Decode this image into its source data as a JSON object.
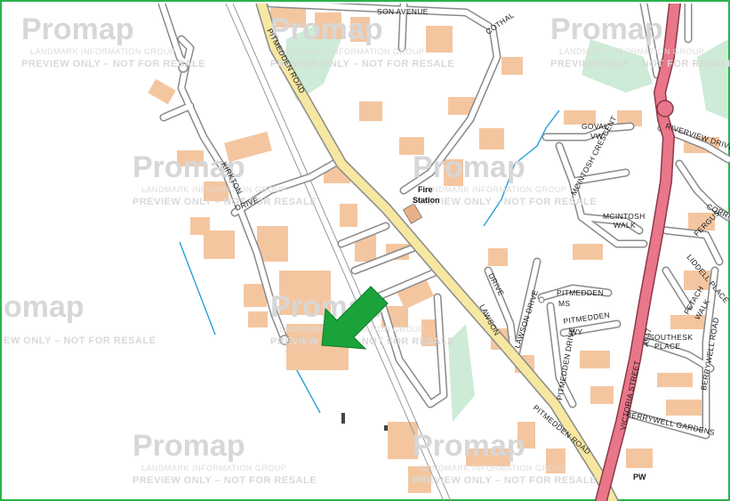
{
  "colors": {
    "frame": "#2bb24c",
    "building": "#f4c6a0",
    "road_casing": "#8a8a8a",
    "road_fill": "#ffffff",
    "b_road": "#f6e7a1",
    "a_road": "#e9768a",
    "green": "#cdebd6",
    "water": "#2a9fd6",
    "arrow": "#1aa33a"
  },
  "watermark": {
    "logo": "Promap",
    "sub": "LANDMARK INFORMATION GROUP",
    "main": "PREVIEW ONLY – NOT FOR RESALE",
    "left_main": "EW ONLY – NOT FOR RESALE",
    "left_logo": "omap"
  },
  "map_labels": {
    "avenue": "SON AVENUE",
    "cothal": "COTHAL",
    "pitmedden_road": "PITMEDDEN ROAD",
    "pitmedden_road_2": "PITMEDDEN ROAD",
    "kirkton_drive_1": "KIRKTON",
    "kirkton_drive_2": "DRIVE",
    "fire_1": "Fire",
    "fire_2": "Station",
    "goval_1": "GOVAL",
    "goval_2": "VW",
    "mcintosh_crescent": "MCINTOSH CRESCENT",
    "mcintosh_walk_1": "MCINTOSH",
    "mcintosh_walk_2": "WALK",
    "riverview": "RIVERVIEW DRIVE",
    "correction": "CORRE",
    "fergus": "FERGUS",
    "liddell": "LIDDELL PLACE",
    "fetach_1": "FETACH",
    "fetach_2": "WALK",
    "pitmedden_ms_1": "PITMEDDEN",
    "pitmedden_ms_2": "MS",
    "pitmedden_wy_1": "PITMEDDEN",
    "pitmedden_wy_2": "WY",
    "pitmedden_drive": "PITMEDDEN DRIVE",
    "drive_lawson_1": "DRIVE",
    "drive_lawson_2": "LAWSON",
    "lawson_drive": "LAWSON DRIVE",
    "a947": "A947",
    "victoria": "VICTORIA STREET",
    "southesk_1": "SOUTHESK",
    "southesk_2": "PLACE",
    "berrywell_road": "BERRYWELL ROAD",
    "berrywell_gardens": "BERRYWELL GARDENS",
    "pw": "PW"
  }
}
